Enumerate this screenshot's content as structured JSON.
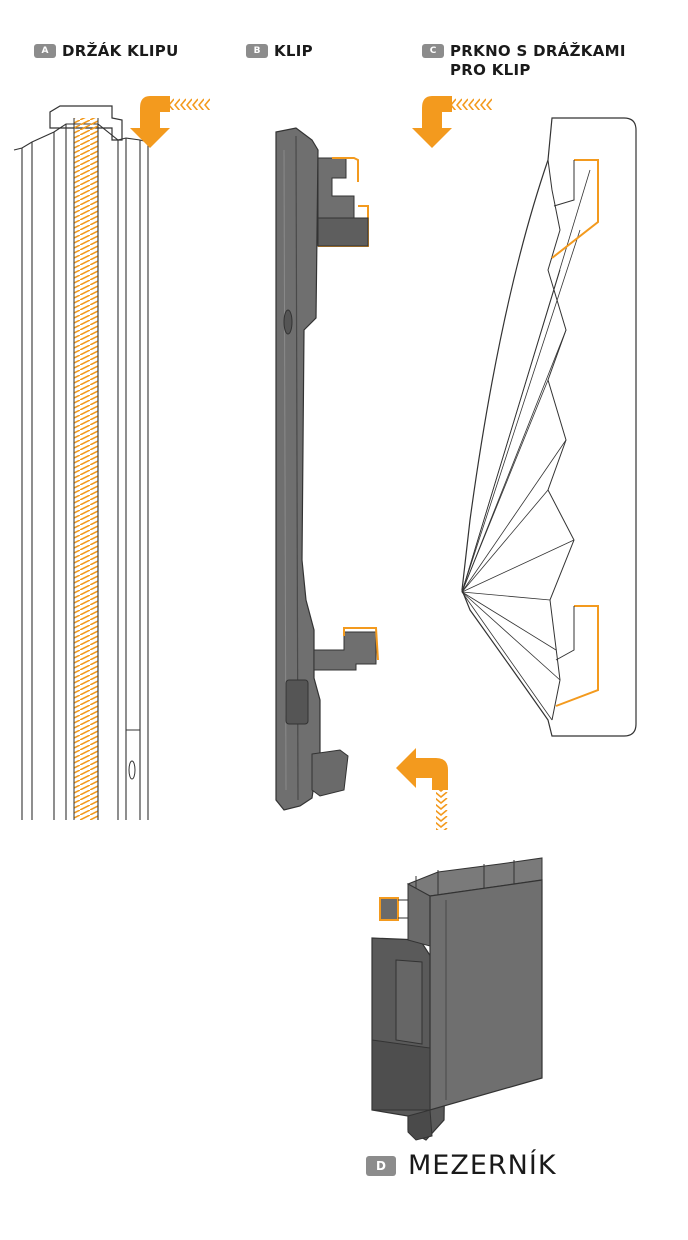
{
  "parts": [
    {
      "letter": "A",
      "name": "DRŽÁK KLIPU"
    },
    {
      "letter": "B",
      "name": "KLIP"
    },
    {
      "letter": "C",
      "name": "PRKNO S DRÁŽKAMI",
      "name_line2": "PRO KLIP"
    },
    {
      "letter": "D",
      "name": "MEZERNÍK"
    }
  ],
  "colors": {
    "accent": "#f39a1e",
    "part_gray": "#6f6f6f",
    "part_dark": "#4a4a4a",
    "outline": "#333333",
    "badge": "#8c8c8c"
  },
  "icons": [
    "curved-arrow-down-icon",
    "curved-arrow-down-icon",
    "curved-arrow-left-icon"
  ]
}
